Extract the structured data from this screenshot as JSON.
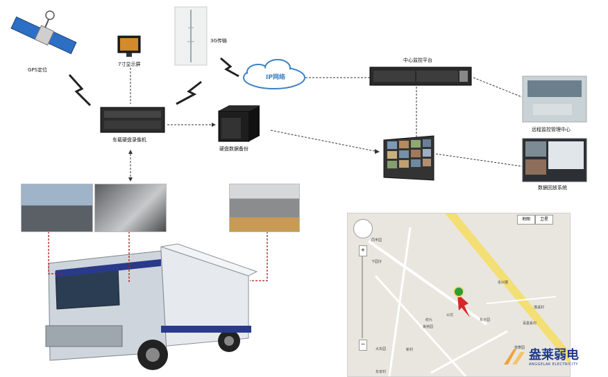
{
  "labels": {
    "gps": "GPS定位",
    "display": "7寸显示屏",
    "transmission": "3G传输",
    "ip_network": "IP网络",
    "center_platform": "中心监控平台",
    "remote_center": "远程监控管理中心",
    "dvr": "车载硬盘录像机",
    "backup": "硬盘数据备份",
    "playback": "数据回放系统"
  },
  "map": {
    "tab_map": "地图",
    "tab_satellite": "卫星",
    "places": [
      "同丰园",
      "下园仔",
      "永兴楼",
      "荡溪村",
      "东子园",
      "百嘉系村",
      "公坑",
      "纺九",
      "良桥园",
      "大东园",
      "新村",
      "东安村",
      "苗寮园"
    ]
  },
  "brand": {
    "name_cn": "盎莱弱电",
    "name_en": "ANGGELAK ELECTRICITY"
  },
  "colors": {
    "dashed_line": "#333333",
    "red_link": "#b01818",
    "ip_cloud": "#3b82c4"
  }
}
